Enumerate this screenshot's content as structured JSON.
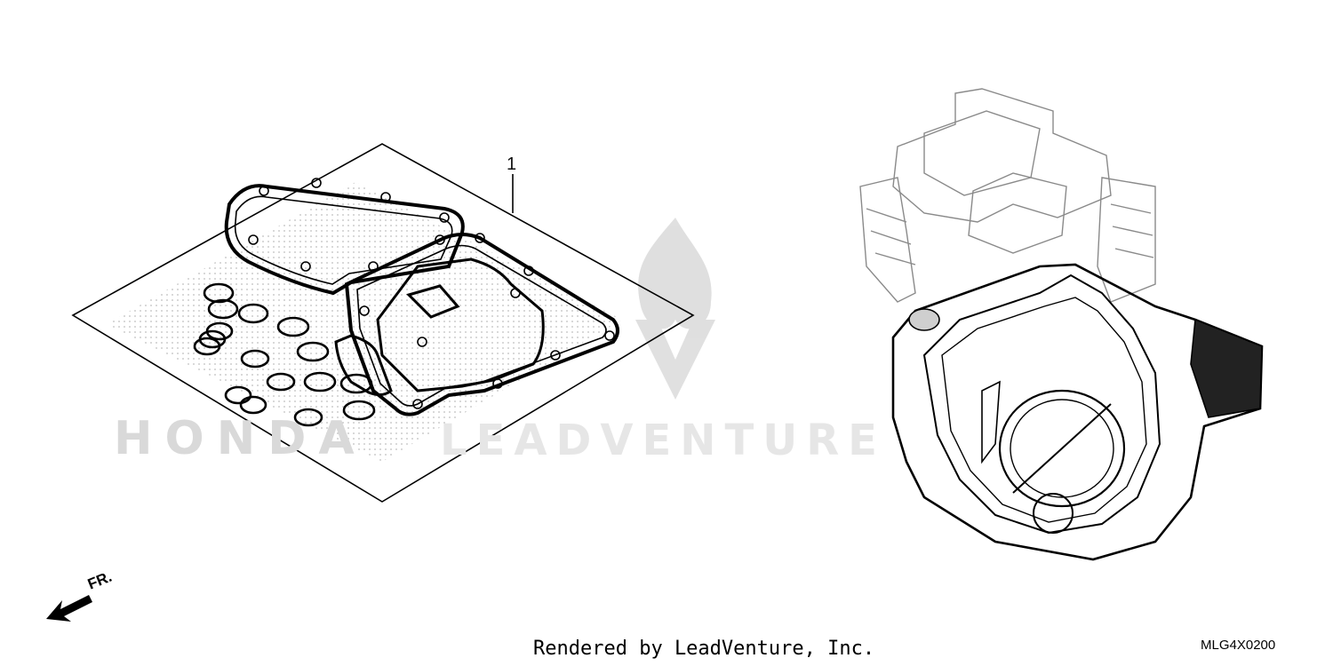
{
  "diagram": {
    "callout_number": "1",
    "watermark_text": "LEADVENTURE",
    "brand_text": "HONDA",
    "direction_label": "FR.",
    "footer_text": "Rendered by LeadVenture, Inc.",
    "diagram_code": "MLG4X0200"
  },
  "colors": {
    "line": "#000000",
    "watermark": "#e6e6e6",
    "dots": "#bdbdbd"
  },
  "icons": {
    "arrow": "front-direction-arrow-icon",
    "logo": "leadventure-flame-logo-icon"
  }
}
